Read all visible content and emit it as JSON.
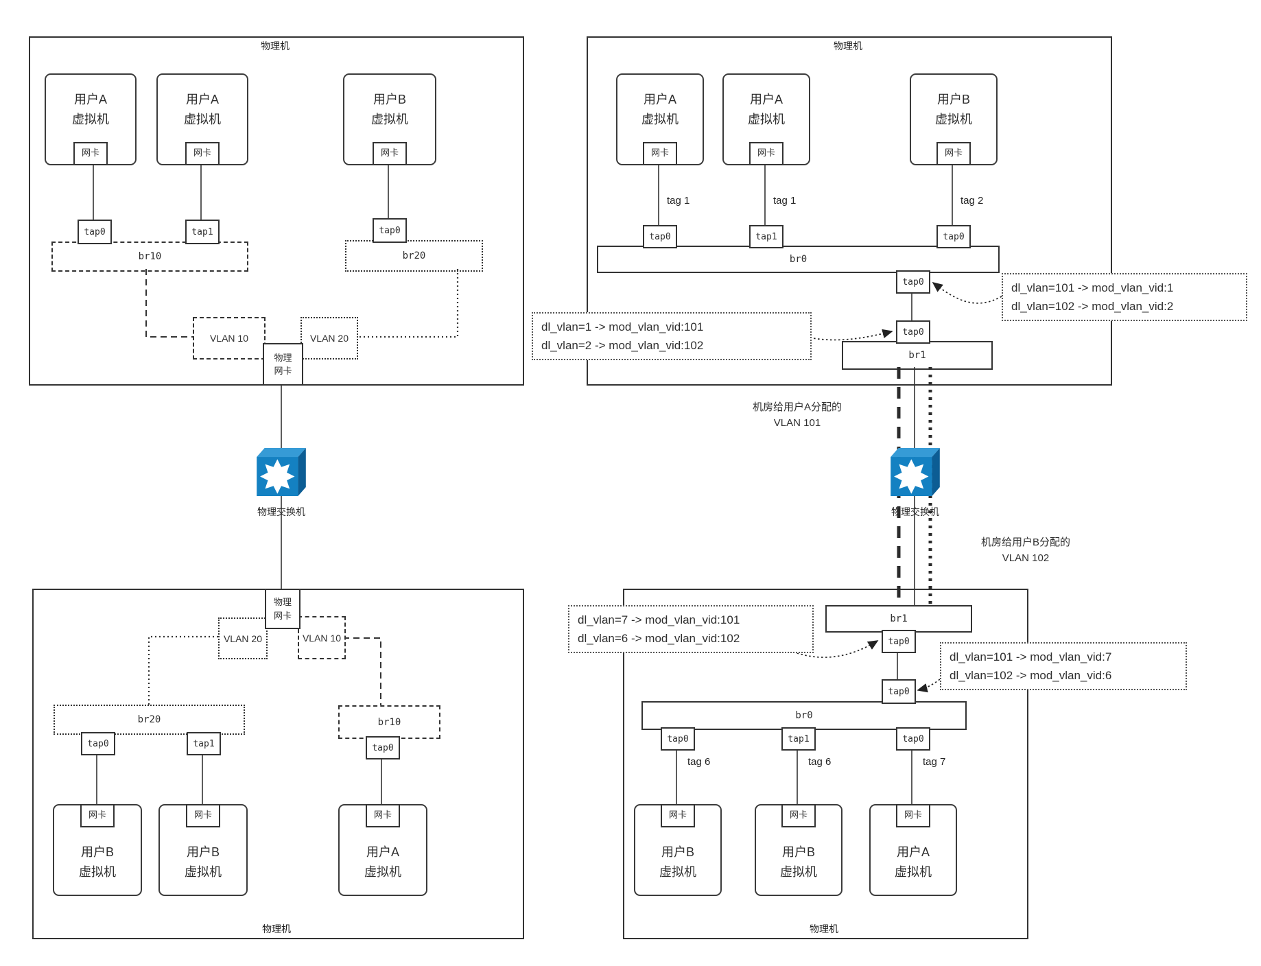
{
  "left": {
    "machine_top": {
      "title": "物理机",
      "vms": [
        {
          "l1": "用户A",
          "l2": "虚拟机",
          "nic": "网卡"
        },
        {
          "l1": "用户A",
          "l2": "虚拟机",
          "nic": "网卡"
        },
        {
          "l1": "用户B",
          "l2": "虚拟机",
          "nic": "网卡"
        }
      ],
      "taps": [
        "tap0",
        "tap1",
        "tap0"
      ],
      "br_a": "br10",
      "br_b": "br20",
      "vlan_a": "VLAN 10",
      "vlan_b": "VLAN 20",
      "pnic_l1": "物理",
      "pnic_l2": "网卡"
    },
    "machine_bottom": {
      "title": "物理机",
      "vms": [
        {
          "l1": "用户B",
          "l2": "虚拟机",
          "nic": "网卡"
        },
        {
          "l1": "用户B",
          "l2": "虚拟机",
          "nic": "网卡"
        },
        {
          "l1": "用户A",
          "l2": "虚拟机",
          "nic": "网卡"
        }
      ],
      "taps": [
        "tap0",
        "tap1",
        "tap0"
      ],
      "br_a": "br20",
      "br_b": "br10",
      "vlan_a": "VLAN 20",
      "vlan_b": "VLAN 10",
      "pnic_l1": "物理",
      "pnic_l2": "网卡"
    },
    "switch_label": "物理交换机"
  },
  "right": {
    "machine_top": {
      "title": "物理机",
      "vms": [
        {
          "l1": "用户A",
          "l2": "虚拟机",
          "nic": "网卡"
        },
        {
          "l1": "用户A",
          "l2": "虚拟机",
          "nic": "网卡"
        },
        {
          "l1": "用户B",
          "l2": "虚拟机",
          "nic": "网卡"
        }
      ],
      "tags": [
        "tag 1",
        "tag 1",
        "tag 2"
      ],
      "taps": [
        "tap0",
        "tap1",
        "tap0"
      ],
      "br_main": "br0",
      "tap_mid": "tap0",
      "tap_low": "tap0",
      "br_uplink": "br1",
      "ann_right": {
        "l1": "dl_vlan=101 -> mod_vlan_vid:1",
        "l2": "dl_vlan=102 -> mod_vlan_vid:2"
      },
      "ann_left": {
        "l1": "dl_vlan=1 -> mod_vlan_vid:101",
        "l2": "dl_vlan=2 -> mod_vlan_vid:102"
      }
    },
    "trunk_a": {
      "l1": "机房给用户A分配的",
      "l2": "VLAN 101"
    },
    "trunk_b": {
      "l1": "机房给用户B分配的",
      "l2": "VLAN 102"
    },
    "switch_label": "物理交换机",
    "machine_bottom": {
      "title": "物理机",
      "br_uplink": "br1",
      "tap_up": "tap0",
      "tap_low": "tap0",
      "br_main": "br0",
      "taps": [
        "tap0",
        "tap1",
        "tap0"
      ],
      "tags": [
        "tag 6",
        "tag 6",
        "tag 7"
      ],
      "vms": [
        {
          "l1": "用户B",
          "l2": "虚拟机",
          "nic": "网卡"
        },
        {
          "l1": "用户B",
          "l2": "虚拟机",
          "nic": "网卡"
        },
        {
          "l1": "用户A",
          "l2": "虚拟机",
          "nic": "网卡"
        }
      ],
      "ann_left": {
        "l1": "dl_vlan=7 -> mod_vlan_vid:101",
        "l2": "dl_vlan=6 -> mod_vlan_vid:102"
      },
      "ann_right": {
        "l1": "dl_vlan=101 -> mod_vlan_vid:7",
        "l2": "dl_vlan=102 -> mod_vlan_vid:6"
      }
    }
  },
  "colors": {
    "line": "#333333",
    "switch_front": "#1481c2",
    "switch_top": "#369bd6",
    "switch_side": "#0c5d94"
  }
}
